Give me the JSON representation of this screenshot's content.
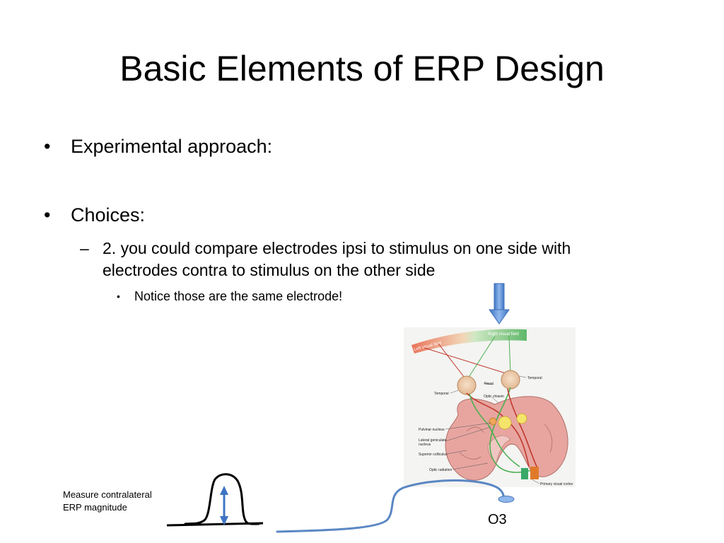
{
  "slide": {
    "title": "Basic Elements of ERP Design",
    "bullets": [
      {
        "marker": "•",
        "text": "Experimental approach:"
      },
      {
        "marker": "•",
        "text": "Choices:"
      }
    ],
    "sub_bullet": {
      "marker": "–",
      "text": "2.  you could compare electrodes ipsi to stimulus on one side with electrodes contra to stimulus on the other side"
    },
    "sub_sub_bullet": {
      "marker": "•",
      "text": "Notice those are the same electrode!"
    }
  },
  "diagram": {
    "left_visual_field": "Left visual field",
    "right_visual_field": "Right visual field",
    "labels": {
      "temporal_right": "Temporal",
      "nasal": "Nasal",
      "temporal_left": "Temporal",
      "optic_chiasm": "Optic chiasm",
      "pulvinar_nucleus": "Pulvinar nucleus",
      "lateral_geniculate": "Lateral geniculate\nnucleus",
      "superior_colliculus": "Superior colliculus",
      "optic_radiation": "Optic radiation",
      "primary_visual_cortex": "Primary visual cortex"
    },
    "colors": {
      "right_field_green": "#4caf50",
      "left_field_red": "#c0392b",
      "arrow_blue": "#5b8fd6",
      "brain_pink": "#e8a5a0"
    }
  },
  "annotations": {
    "measure_label": "Measure contralateral\nERP magnitude",
    "electrode_label": "O3"
  }
}
